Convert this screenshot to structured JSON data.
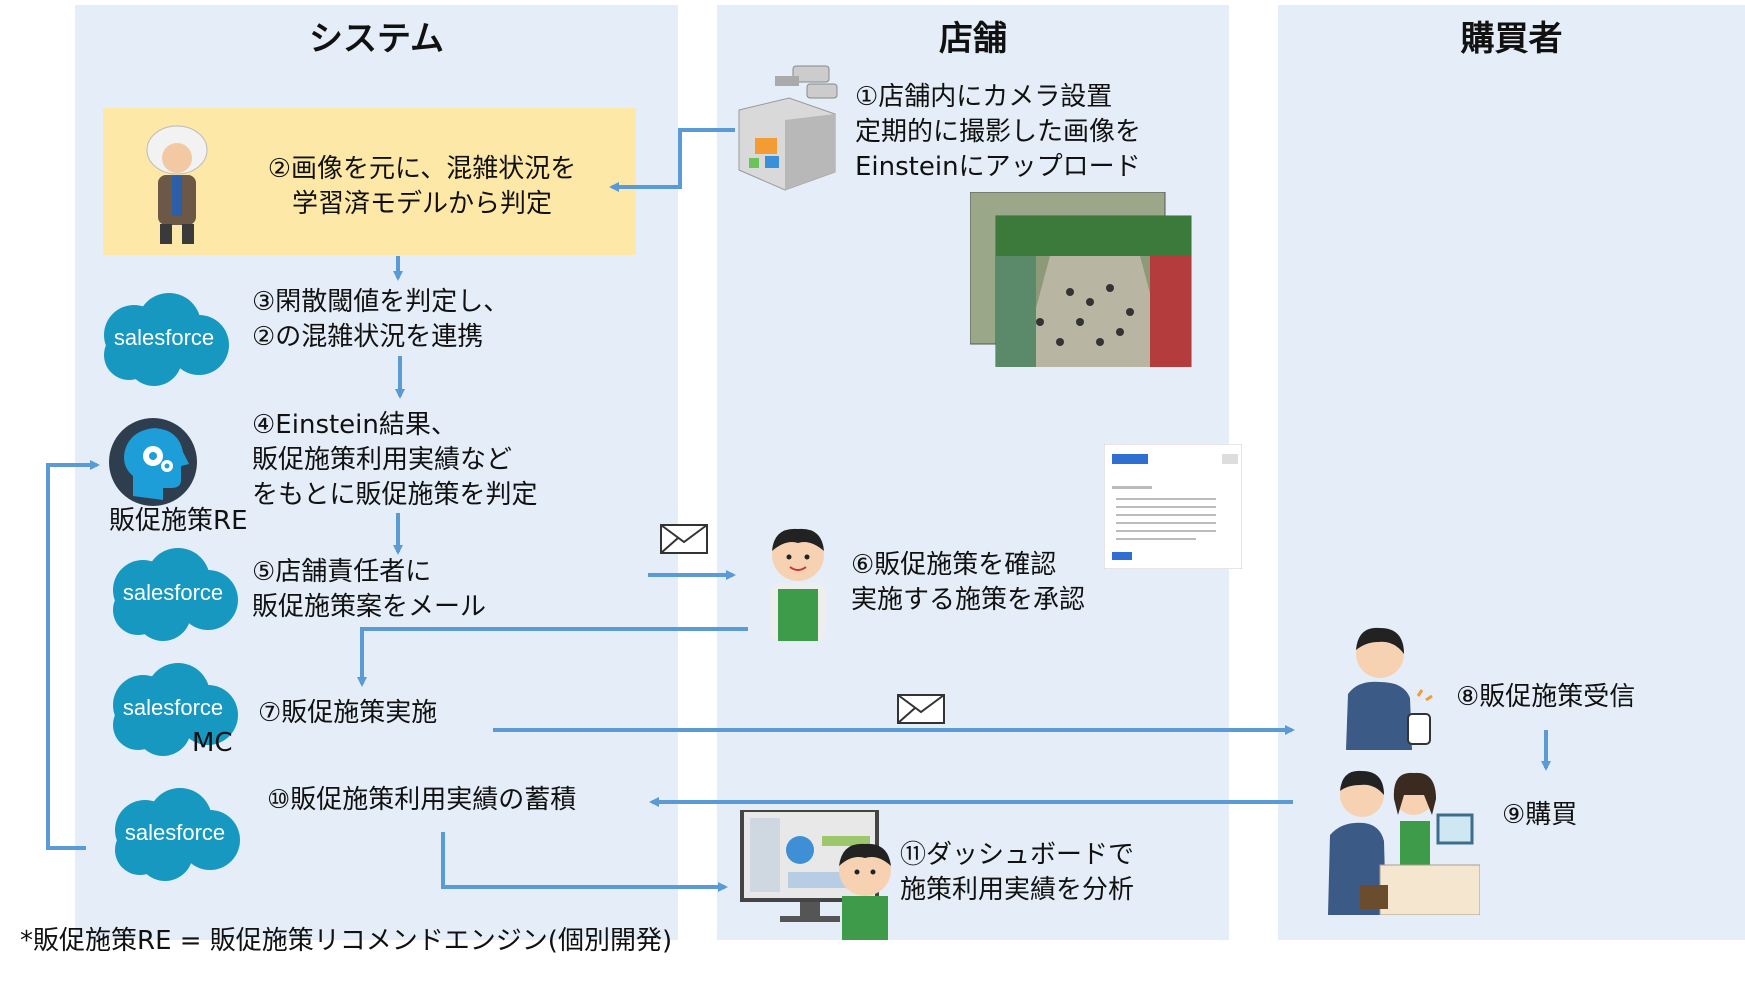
{
  "lanes": {
    "system": "システム",
    "store": "店舗",
    "buyer": "購買者"
  },
  "steps": {
    "s1": "①店舗内にカメラ設置\n定期的に撮影した画像を\nEinsteinにアップロード",
    "s2": "②画像を元に、混雑状況を\n学習済モデルから判定",
    "s3": "③閑散閾値を判定し、\n②の混雑状況を連携",
    "s4": "④Einstein結果、\n販促施策利用実績など\nをもとに販促施策を判定",
    "s5": "⑤店舗責任者に\n販促施策案をメール",
    "s6": "⑥販促施策を確認\n実施する施策を承認",
    "s7": "⑦販促施策実施",
    "s8": "⑧販促施策受信",
    "s9": "⑨購買",
    "s10": "⑩販促施策利用実績の蓄積",
    "s11": "⑪ダッシュボードで\n施策利用実績を分析"
  },
  "labels": {
    "salesforce": "salesforce",
    "re": "販促施策RE",
    "mc": "MC"
  },
  "footnote": "*販促施策RE = 販促施策リコメンドエンジン(個別開発)",
  "colors": {
    "lane": "#e5eef8",
    "highlight": "#fde8a8",
    "arrow": "#5b9bd5",
    "salesforce": "#1798c1"
  }
}
